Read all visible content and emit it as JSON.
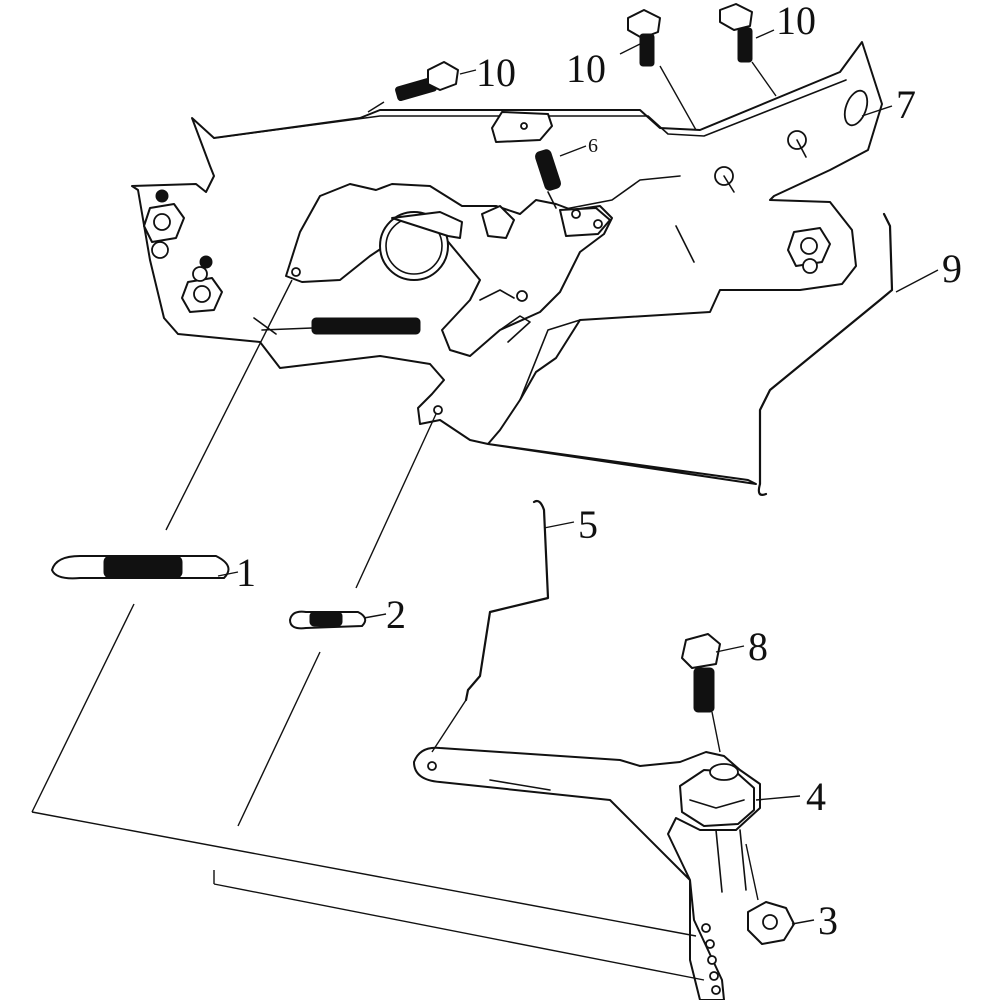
{
  "callouts": {
    "c1": "1",
    "c2": "2",
    "c3": "3",
    "c4": "4",
    "c5": "5",
    "c6": "6",
    "c7": "7",
    "c8": "8",
    "c9": "9",
    "c10a": "10",
    "c10b": "10",
    "c10c": "10"
  }
}
